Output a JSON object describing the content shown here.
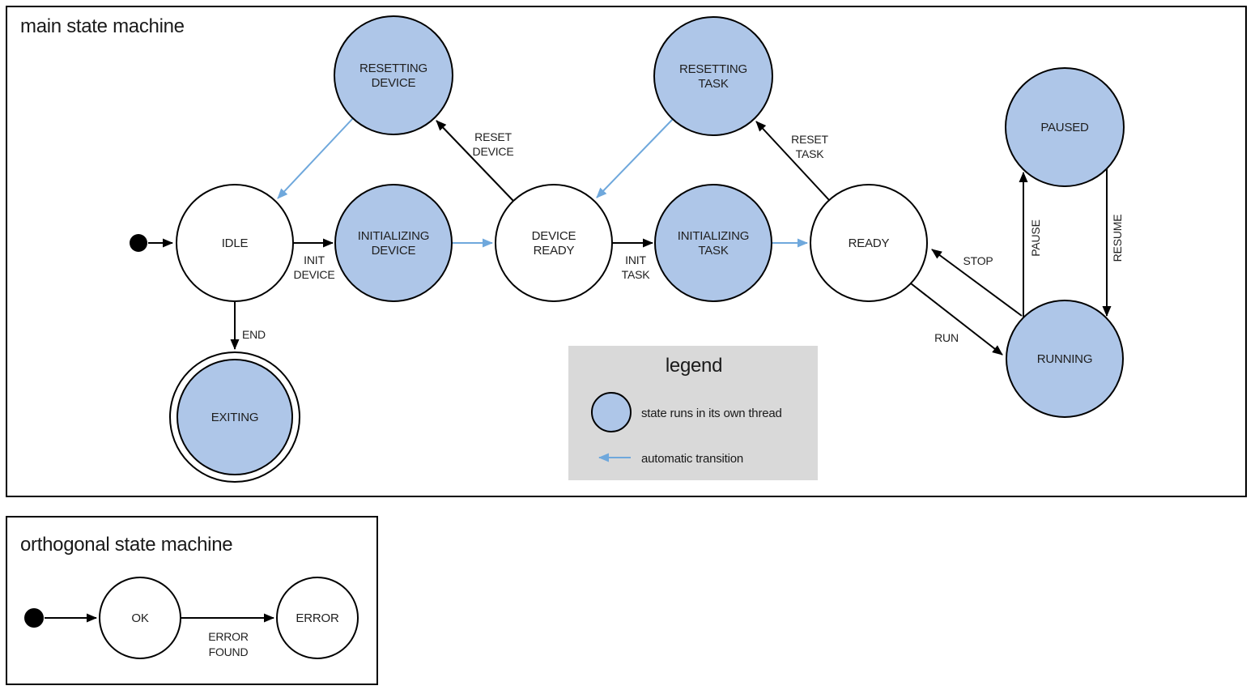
{
  "colors": {
    "thread_state_fill": "#aec6e8",
    "plain_state_fill": "#ffffff",
    "auto_transition_blue": "#6fa8dc",
    "line_black": "#000000",
    "legend_bg": "#d9d9d9"
  },
  "main": {
    "title": "main state machine",
    "states": {
      "idle": {
        "label": "IDLE"
      },
      "resetting_device": {
        "line1": "RESETTING",
        "line2": "DEVICE"
      },
      "initializing_device": {
        "line1": "INITIALIZING",
        "line2": "DEVICE"
      },
      "device_ready": {
        "line1": "DEVICE",
        "line2": "READY"
      },
      "resetting_task": {
        "line1": "RESETTING",
        "line2": "TASK"
      },
      "initializing_task": {
        "line1": "INITIALIZING",
        "line2": "TASK"
      },
      "ready": {
        "label": "READY"
      },
      "paused": {
        "label": "PAUSED"
      },
      "running": {
        "label": "RUNNING"
      },
      "exiting": {
        "label": "EXITING"
      }
    },
    "transitions": {
      "init_device": {
        "line1": "INIT",
        "line2": "DEVICE"
      },
      "reset_device": {
        "line1": "RESET",
        "line2": "DEVICE"
      },
      "init_task": {
        "line1": "INIT",
        "line2": "TASK"
      },
      "reset_task": {
        "line1": "RESET",
        "line2": "TASK"
      },
      "stop": {
        "label": "STOP"
      },
      "run": {
        "label": "RUN"
      },
      "pause": {
        "label": "PAUSE"
      },
      "resume": {
        "label": "RESUME"
      },
      "end": {
        "label": "END"
      }
    }
  },
  "legend": {
    "title": "legend",
    "thread_item": "state runs in its own thread",
    "auto_item": "automatic transition"
  },
  "orthogonal": {
    "title": "orthogonal state machine",
    "states": {
      "ok": {
        "label": "OK"
      },
      "error": {
        "label": "ERROR"
      }
    },
    "transitions": {
      "error_found": {
        "line1": "ERROR",
        "line2": "FOUND"
      }
    }
  }
}
